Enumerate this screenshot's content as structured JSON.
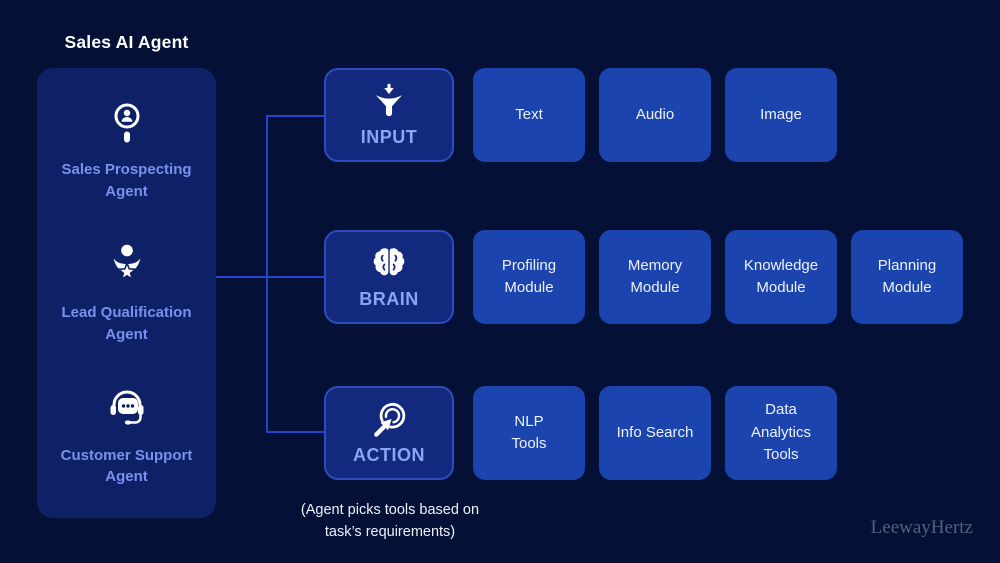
{
  "title": "Sales AI Agent",
  "watermark": "LeewayHertz",
  "caption": "(Agent picks tools based on\ntask’s requirements)",
  "sidebar": {
    "agents": [
      {
        "label": "Sales Prospecting\nAgent",
        "icon": "prospect-magnifier-icon"
      },
      {
        "label": "Lead Qualification\nAgent",
        "icon": "star-person-icon"
      },
      {
        "label": "Customer Support\nAgent",
        "icon": "headset-chat-icon"
      }
    ]
  },
  "stages": [
    {
      "label": "INPUT",
      "icon": "funnel-icon"
    },
    {
      "label": "BRAIN",
      "icon": "brain-icon"
    },
    {
      "label": "ACTION",
      "icon": "click-arrow-icon"
    }
  ],
  "tool_rows": [
    [
      "Text",
      "Audio",
      "Image"
    ],
    [
      "Profiling\nModule",
      "Memory\nModule",
      "Knowledge\nModule",
      "Planning\nModule"
    ],
    [
      "NLP\nTools",
      "Info Search",
      "Data\nAnalytics\nTools"
    ]
  ],
  "colors": {
    "background": "#041036",
    "sidebar_panel": "#0e2166",
    "stage_box_fill": "#12297e",
    "stage_box_border": "#2b4dbd",
    "tool_box": "#1c44ae",
    "connector_line": "#2145cf",
    "stage_label_text": "#8ca5f0",
    "agent_label_text": "#7a90ec",
    "white_text": "#eef2fb",
    "watermark_text": "#555f7e"
  }
}
